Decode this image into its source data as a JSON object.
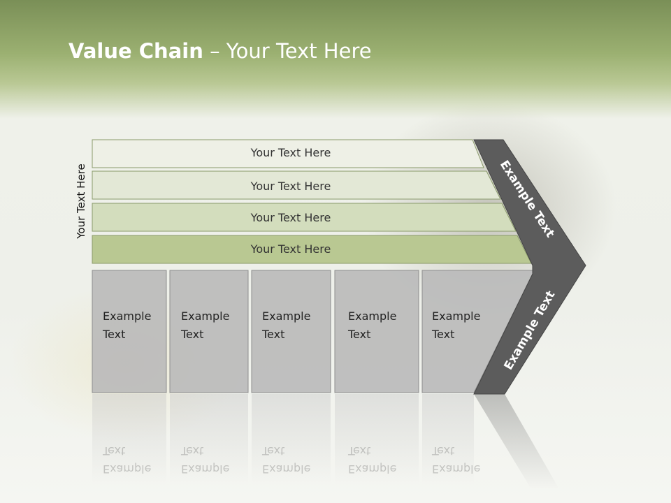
{
  "title": {
    "bold": "Value Chain",
    "rest": " – Your Text Here"
  },
  "side_label": "Your Text Here",
  "bars": [
    {
      "label": "Your Text Here",
      "color": "#eef0e6"
    },
    {
      "label": "Your Text Here",
      "color": "#e3e8d6"
    },
    {
      "label": "Your Text Here",
      "color": "#d3ddbd"
    },
    {
      "label": "Your Text Here",
      "color": "#b9c892"
    }
  ],
  "boxes": [
    {
      "line1": "Example",
      "line2": "Text"
    },
    {
      "line1": "Example",
      "line2": "Text"
    },
    {
      "line1": "Example",
      "line2": "Text"
    },
    {
      "line1": "Example",
      "line2": "Text"
    },
    {
      "line1": "Example",
      "line2": "Text"
    }
  ],
  "arrow_top_label": "Example Text",
  "arrow_bottom_label": "Example Text",
  "colors": {
    "header": "#8fa565",
    "arrow": "#5c5c5c",
    "box": "#b9b9b9"
  }
}
